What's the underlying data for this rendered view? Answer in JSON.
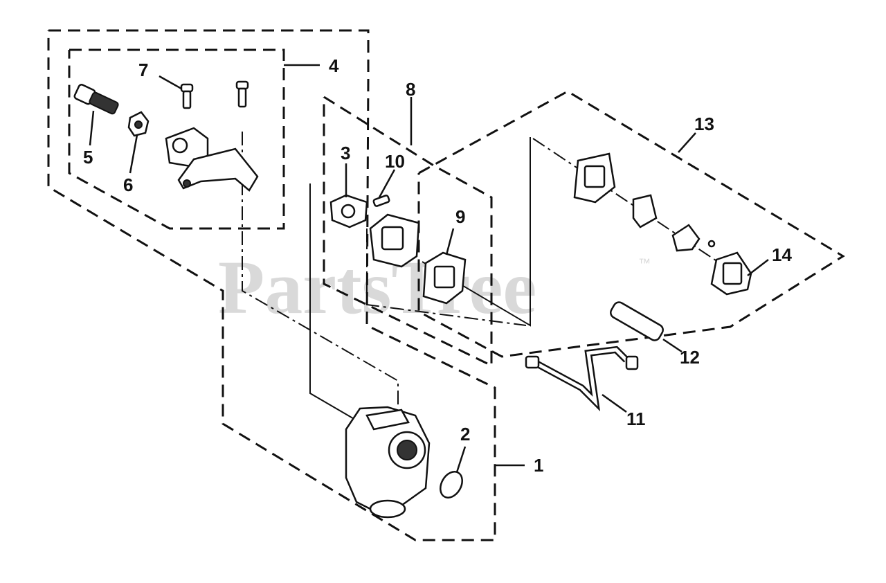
{
  "watermark": {
    "text": "PartsTree",
    "trademark": "™"
  },
  "callouts": {
    "c1": "1",
    "c2": "2",
    "c3": "3",
    "c4": "4",
    "c5": "5",
    "c6": "6",
    "c7": "7",
    "c8": "8",
    "c9": "9",
    "c10": "10",
    "c11": "11",
    "c12": "12",
    "c13": "13",
    "c14": "14"
  }
}
